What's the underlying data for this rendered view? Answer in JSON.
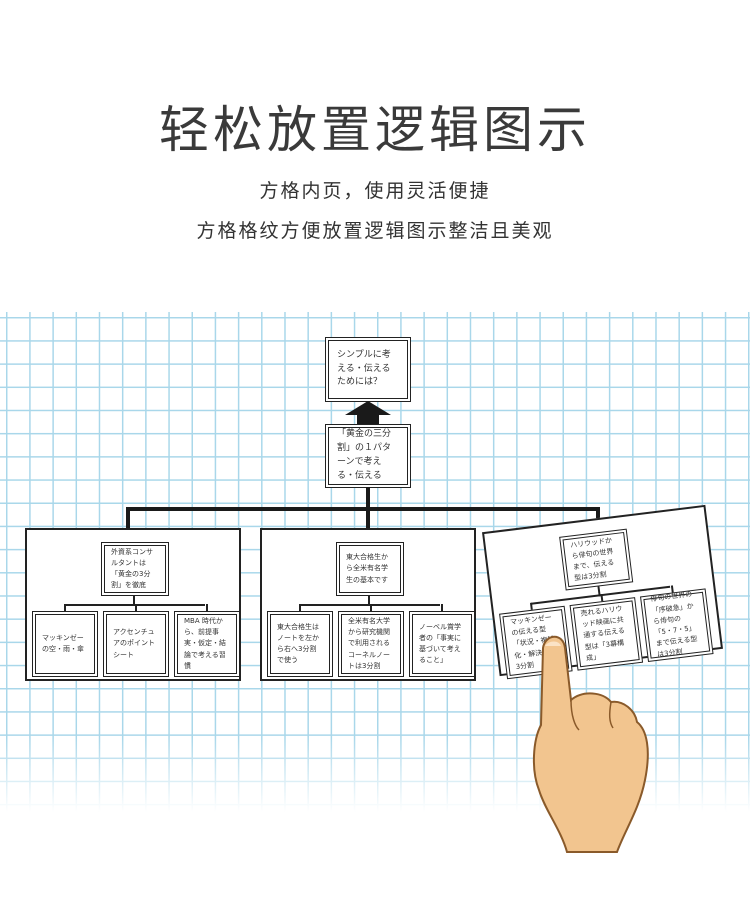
{
  "header": {
    "title": "轻松放置逻辑图示",
    "subtitle1": "方格内页，使用灵活便捷",
    "subtitle2": "方格格纹方便放置逻辑图示整洁且美观"
  },
  "diagram": {
    "top": "シンプルに考える・伝えるためには？",
    "middle": "「黄金の三分割」の１パターンで考える・伝える",
    "panels": [
      {
        "head": "外資系コンサルタントは「黄金の3分割」を徹底",
        "items": [
          "マッキンゼーの空・雨・傘",
          "アクセンチュアのポイントシート",
          "MBA 時代から、前提事実・仮定・結論で考える習慣"
        ]
      },
      {
        "head": "東大合格生から全米有名学生の基本です",
        "items": [
          "東大合格生はノートを左から右へ3分割で使う",
          "全米有名大学から研究機関で利用されるコーネルノートは3分割",
          "ノーベル賞学者の「事実に基づいて考えること」"
        ]
      },
      {
        "head": "ハリウッドから俳句の世界まで、伝える型は3分割",
        "items": [
          "マッキンゼーの伝える型「状況・複雑化・解決」も3分割",
          "売れるハリウッド映画に共通する伝える型は「3幕構成」",
          "俳句の世界の「序破急」から俳句の「5・7・5」まで伝える型は3分割"
        ]
      }
    ]
  }
}
